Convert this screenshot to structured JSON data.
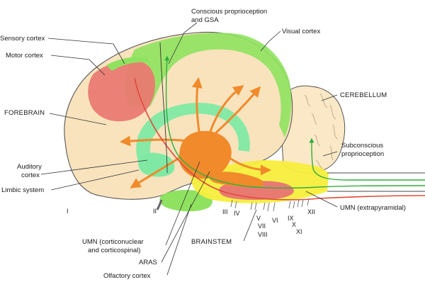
{
  "labels": {
    "sensory_cortex": "Sensory cortex",
    "motor_cortex": "Motor cortex",
    "forebrain": "FOREBRAIN",
    "auditory_cortex_line1": "Auditory",
    "auditory_cortex_line2": "cortex",
    "limbic_system": "Limbic system",
    "conscious_proprioception_line1": "Conscious proprioception",
    "conscious_proprioception_line2": "and GSA",
    "visual_cortex": "Visual cortex",
    "cerebellum": "CEREBELLUM",
    "subconscious_proprioception_line1": "Subconscious",
    "subconscious_proprioception_line2": "proprioception",
    "umn_extrapyramidal": "UMN (extrapyramidal)",
    "umn_corticonuclear_line1": "UMN (corticonuclear",
    "umn_corticonuclear_line2": "and corticospinal)",
    "aras": "ARAS",
    "olfactory_cortex": "Olfactory cortex",
    "brainstem": "BRAINSTEM"
  },
  "cranial_nerves": {
    "n1": "I",
    "n2": "II",
    "n3": "III",
    "n4": "IV",
    "n5": "V",
    "n6": "VI",
    "n7": "VII",
    "n8": "VIII",
    "n9": "IX",
    "n10": "X",
    "n11": "XI",
    "n12": "XII"
  },
  "colors": {
    "brain_fill": "#f9e3bd",
    "cerebellum_fill": "#fbe8c6",
    "outline": "#555555",
    "green_region": "#8fe25f",
    "green_band": "#7fe9a4",
    "motor_red": "#e97a72",
    "core_orange": "#f08a2b",
    "brainstem_yellow": "#f7ee3c",
    "umn_red": "#e04a3a",
    "green_tract": "#2fae3c"
  }
}
